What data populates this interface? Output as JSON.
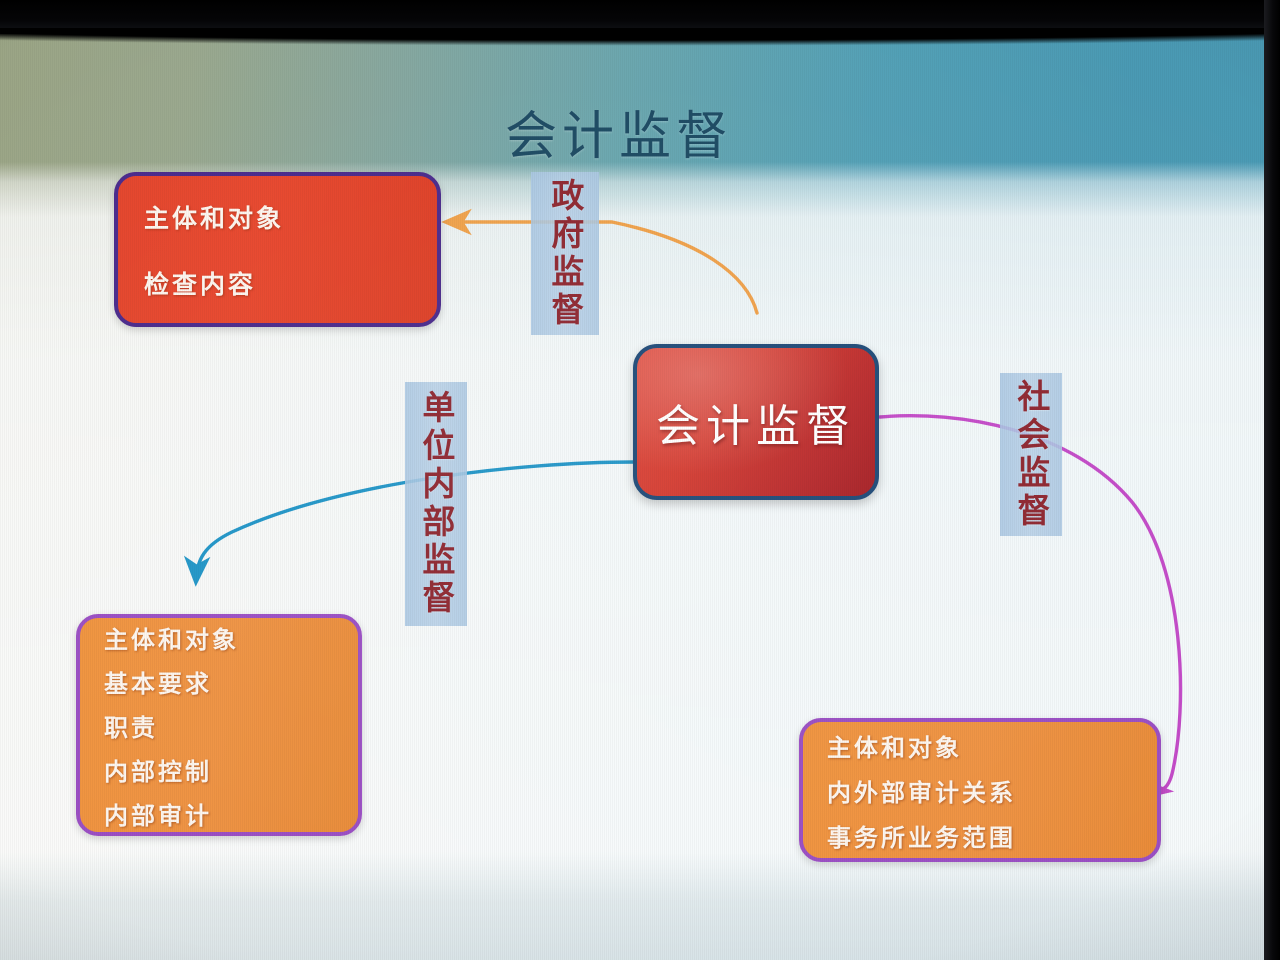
{
  "slide": {
    "title": "会计监督",
    "title_color": "#1c4a63"
  },
  "boxes": {
    "gov_detail": {
      "name": "政府监督详情",
      "lines": [
        "主体和对象",
        "检查内容"
      ],
      "fill": "#e5452c",
      "border": "#4a2a8c"
    },
    "center": {
      "label": "会计监督",
      "fill": "#d53c31",
      "border": "#1f4a78"
    },
    "internal_detail": {
      "name": "单位内部监督详情",
      "lines": [
        "主体和对象",
        "基本要求",
        "职责",
        "内部控制",
        "内部审计"
      ],
      "fill": "#ef9343",
      "border": "#9b4fc4"
    },
    "social_detail": {
      "name": "社会监督详情",
      "lines": [
        "主体和对象",
        "内外部审计关系",
        "事务所业务范围"
      ],
      "fill": "#ef9343",
      "border": "#9b4fc4"
    }
  },
  "connectors": [
    {
      "label": "政府监督",
      "color": "#f0a košice"
    },
    {
      "label": "单位内部监督",
      "color": "#2196c8"
    },
    {
      "label": "社会监督",
      "color": "#c44bc9"
    }
  ],
  "labels": {
    "gov": "政府监督",
    "internal": "单位内部监督",
    "social": "社会监督"
  },
  "colors": {
    "arrow_gov": "#f0a14a",
    "arrow_internal": "#2196c8",
    "arrow_social": "#c44bc9",
    "label_text": "#8f2730",
    "label_bg": "#aac7e2"
  }
}
